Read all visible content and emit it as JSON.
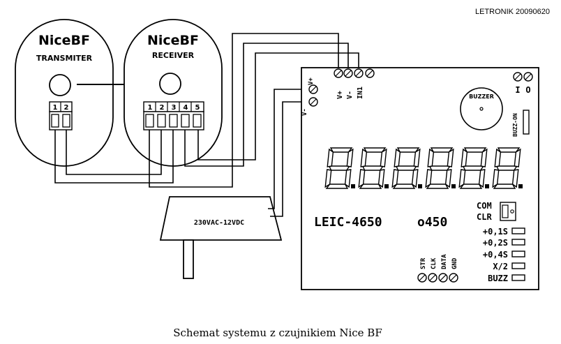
{
  "credit": "LETRONIK 20090620",
  "caption": "Schemat systemu z czujnikiem Nice BF",
  "transmitter": {
    "brand": "NiceBF",
    "label": "TRANSMITER",
    "terminals": [
      "1",
      "2"
    ]
  },
  "receiver": {
    "brand": "NiceBF",
    "label": "RECEIVER",
    "terminals": [
      "1",
      "2",
      "3",
      "4",
      "5"
    ]
  },
  "power_supply": {
    "label": "230VAC-12VDC"
  },
  "controller": {
    "model": "LEIC-4650",
    "suffix": "o450",
    "inputs": [
      "V+",
      "V-",
      "IN1"
    ],
    "power_terminals": [
      "V+",
      "V-"
    ],
    "relay_terminals": [
      "I",
      "O"
    ],
    "buzzer_label": "BUZZER",
    "buzz_jumper_label": "BUZZ-ON",
    "relay_jumpers": [
      "COM",
      "CLR"
    ],
    "time_jumpers": [
      "+0,1S",
      "+0,2S",
      "+0,4S",
      "X/2",
      "BUZZ"
    ],
    "bottom_terminals": [
      "STR",
      "CLK",
      "DATA",
      "GND"
    ],
    "display_digits": "8.8.8.8.8.8."
  }
}
